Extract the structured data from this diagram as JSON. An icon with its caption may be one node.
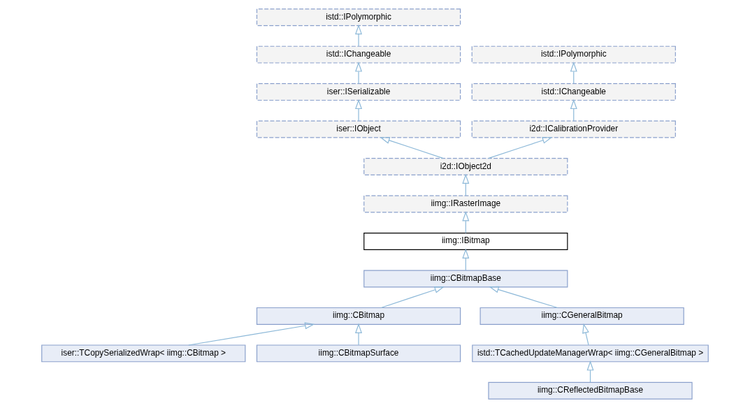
{
  "diagram": {
    "nodes": [
      {
        "text": [
          "istd::IPolymorphic"
        ]
      },
      {
        "text": [
          "istd::IChangeable"
        ]
      },
      {
        "text": [
          "istd::IPolymorphic"
        ]
      },
      {
        "text": [
          "iser::ISerializable"
        ]
      },
      {
        "text": [
          "istd::IChangeable"
        ]
      },
      {
        "text": [
          "iser::IObject"
        ]
      },
      {
        "text": [
          "i2d::ICalibrationProvider"
        ]
      },
      {
        "text": [
          "i2d::IObject2d"
        ]
      },
      {
        "text": [
          "iimg::IRasterImage"
        ]
      },
      {
        "text": [
          "iimg::IBitmap"
        ]
      },
      {
        "text": [
          "iimg::CBitmapBase"
        ]
      },
      {
        "text": [
          "iimg::CBitmap"
        ]
      },
      {
        "text": [
          "iimg::CGeneralBitmap"
        ]
      },
      {
        "text": [
          "iser::TCopySerializedWrap< iimg::CBitmap >"
        ]
      },
      {
        "text": [
          "iimg::CBitmapSurface"
        ]
      },
      {
        "text": [
          "istd::TCachedUpdateManagerWrap< iimg::CGeneralBitmap >"
        ]
      },
      {
        "text": [
          "iimg::CReflectedBitmapBase"
        ]
      }
    ],
    "edges": [
      {
        "from": 1,
        "to": 0,
        "arrow": "to"
      },
      {
        "from": 3,
        "to": 1,
        "arrow": "to"
      },
      {
        "from": 4,
        "to": 2,
        "arrow": "to"
      },
      {
        "from": 5,
        "to": 3,
        "arrow": "to"
      },
      {
        "from": 6,
        "to": 4,
        "arrow": "to"
      },
      {
        "from": 7,
        "to": 5,
        "arrow": "to"
      },
      {
        "from": 7,
        "to": 6,
        "arrow": "to"
      },
      {
        "from": 8,
        "to": 7,
        "arrow": "to"
      },
      {
        "from": 9,
        "to": 8,
        "arrow": "to"
      },
      {
        "from": 10,
        "to": 9,
        "arrow": "to"
      },
      {
        "from": 11,
        "to": 10,
        "arrow": "to"
      },
      {
        "from": 12,
        "to": 10,
        "arrow": "to"
      },
      {
        "from": 13,
        "to": 11,
        "arrow": "to"
      },
      {
        "from": 14,
        "to": 11,
        "arrow": "to"
      },
      {
        "from": 15,
        "to": 12,
        "arrow": "to"
      },
      {
        "from": 16,
        "to": 15,
        "arrow": "to"
      }
    ]
  }
}
